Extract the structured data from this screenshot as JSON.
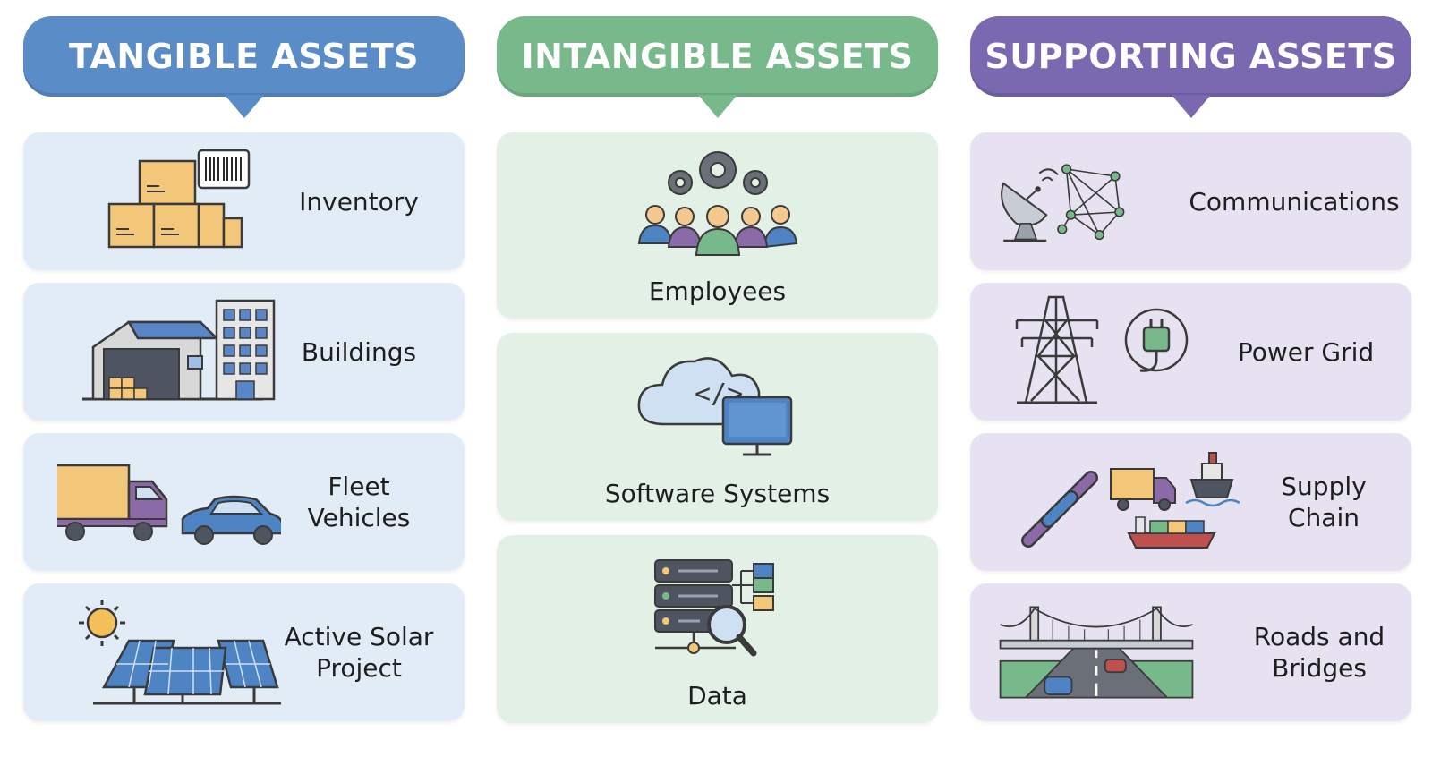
{
  "columns": [
    {
      "title": "TANGIBLE ASSETS",
      "color": "#5a8cc8",
      "items": [
        {
          "label": "Inventory",
          "icon": "boxes-barcode-icon"
        },
        {
          "label": "Buildings",
          "icon": "warehouse-building-icon"
        },
        {
          "label": "Fleet\nVehicles",
          "icon": "truck-car-icon"
        },
        {
          "label": "Active Solar\nProject",
          "icon": "solar-panels-icon"
        }
      ]
    },
    {
      "title": "INTANGIBLE ASSETS",
      "color": "#78b98c",
      "items": [
        {
          "label": "Employees",
          "icon": "people-gears-icon"
        },
        {
          "label": "Software Systems",
          "icon": "cloud-code-monitor-icon"
        },
        {
          "label": "Data",
          "icon": "server-search-icon"
        }
      ]
    },
    {
      "title": "SUPPORTING ASSETS",
      "color": "#7a68b0",
      "items": [
        {
          "label": "Communications",
          "icon": "satellite-network-icon"
        },
        {
          "label": "Power Grid",
          "icon": "power-tower-plug-icon"
        },
        {
          "label": "Supply\nChain",
          "icon": "chain-truck-ship-icon"
        },
        {
          "label": "Roads and\nBridges",
          "icon": "bridge-road-icon"
        }
      ]
    }
  ]
}
